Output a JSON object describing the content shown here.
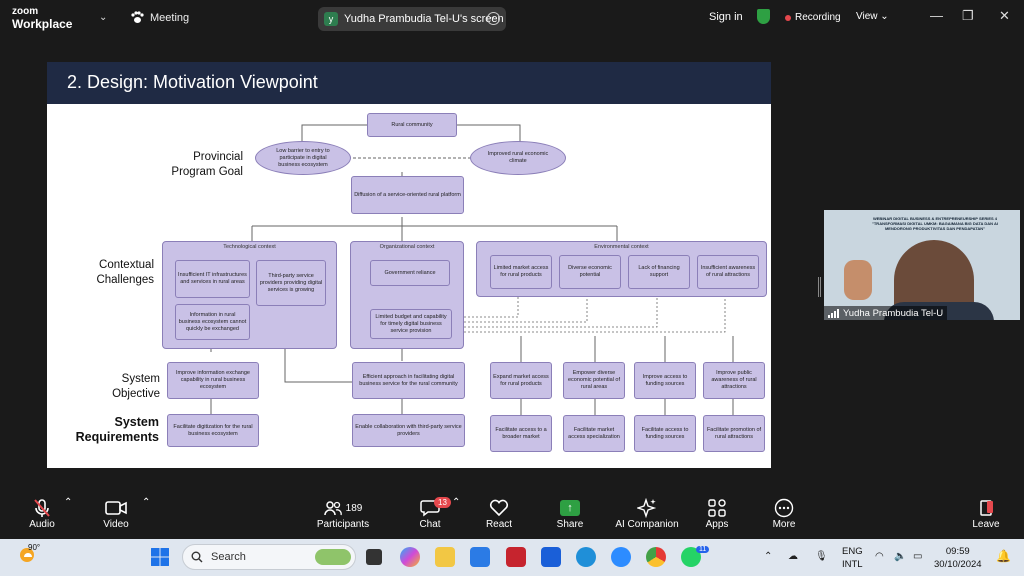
{
  "topbar": {
    "logo_line1": "zoom",
    "logo_line2": "Workplace",
    "meeting_label": "Meeting",
    "screen_avatar": "y",
    "screen_label": "Yudha Prambudia Tel-U's screen",
    "sign_in": "Sign in",
    "recording": "Recording",
    "view": "View",
    "colors": {
      "recording": "#e5484d",
      "shield": "#2ea043"
    }
  },
  "slide": {
    "title": "2. Design: Motivation Viewpoint",
    "row_labels": {
      "goal": [
        "Provincial",
        "Program Goal"
      ],
      "challenges": [
        "Contextual",
        "Challenges"
      ],
      "objective": [
        "System",
        "Objective"
      ],
      "requirements": [
        "System",
        "Requirements"
      ]
    },
    "nodes": {
      "rural_community": "Rural community",
      "low_barrier": "Low barrier to entry to participate in digital business ecosystem",
      "improved_climate": "Improved rural economic climate",
      "diffusion": "Diffusion of a service-oriented rural platform",
      "tech_context": "Technological context",
      "org_context": "Organizational context",
      "env_context": "Environmental context",
      "insufficient_it": "Insufficient IT infrastructures and services in rural areas",
      "third_party": "Third-party service providers providing digital services is growing",
      "info_rural": "Information in rural business ecosystem cannot quickly be exchanged",
      "gov_reliance": "Government reliance",
      "limited_budget": "Limited budget and capability for timely digital business service provision",
      "limited_market": "Limited market access for rural products",
      "diverse_economic": "Diverse economic potential",
      "lack_financing": "Lack of financing support",
      "insufficient_awareness": "Insufficient awareness of rural attractions",
      "improve_info": "Improve information exchange capability in rural business ecosystem",
      "efficient_approach": "Efficient approach in facilitating digital business service for the rural community",
      "expand_market": "Expand market access for rural products",
      "empower_diverse": "Empower diverse economic potential of rural areas",
      "improve_funding": "Improve access to funding sources",
      "improve_public": "Improve public awareness of rural attractions",
      "facilitate_digitization": "Facilitate digitization for the rural business ecosystem",
      "enable_collab": "Enable collaboration with third-party service providers",
      "facilitate_broader": "Facilitate access to a broader market",
      "facilitate_specialization": "Facilitate market access specialization",
      "facilitate_funding": "Facilitate access to funding sources",
      "facilitate_promotion": "Facilitate promotion of rural attractions"
    }
  },
  "participant": {
    "name": "Yudha Prambudia Tel-U",
    "banner_line1": "WEBINAR DIGITAL BUSINESS & ENTREPRENEURSHIP SERIES 4",
    "banner_line2": "\"TRANSFORMASI DIGITAL UMKM: BAGAIMANA BIG DATA DAN AI MENDORONG PRODUKTIVITAS DAN PENDAPATAN\""
  },
  "toolbar": {
    "audio": "Audio",
    "video": "Video",
    "participants_count": "189",
    "participants": "Participants",
    "chat_badge": "13",
    "chat": "Chat",
    "react": "React",
    "share": "Share",
    "ai_companion": "AI Companion",
    "apps": "Apps",
    "more": "More",
    "leave": "Leave"
  },
  "taskbar": {
    "temperature": "90°",
    "search_placeholder": "Search",
    "lang_line1": "ENG",
    "lang_line2": "INTL",
    "time": "09:59",
    "date": "30/10/2024",
    "whatsapp_badge": "11"
  }
}
